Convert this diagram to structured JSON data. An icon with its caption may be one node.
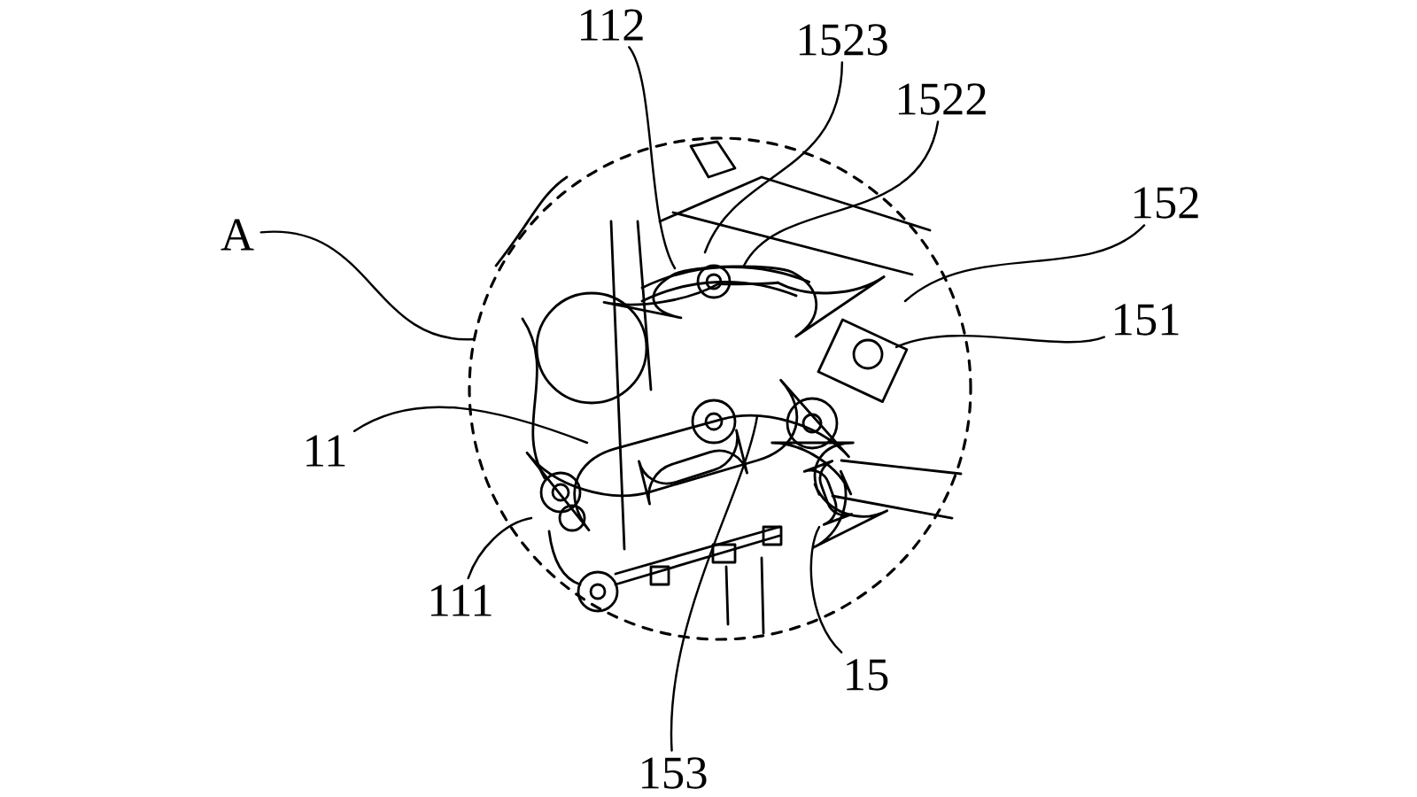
{
  "diagram": {
    "nodes": [
      {
        "text": [
          "112"
        ]
      },
      {
        "text": [
          "1523"
        ]
      },
      {
        "text": [
          "1522"
        ]
      },
      {
        "text": [
          "152"
        ]
      },
      {
        "text": [
          "151"
        ]
      },
      {
        "text": [
          "A"
        ]
      },
      {
        "text": [
          "11"
        ]
      },
      {
        "text": [
          "111"
        ]
      },
      {
        "text": [
          "153"
        ]
      },
      {
        "text": [
          "15"
        ]
      }
    ],
    "edges": [
      {
        "from": 0,
        "to": null,
        "arrow": "none"
      },
      {
        "from": 1,
        "to": null,
        "arrow": "none"
      },
      {
        "from": 2,
        "to": null,
        "arrow": "none"
      },
      {
        "from": 3,
        "to": null,
        "arrow": "none"
      },
      {
        "from": 4,
        "to": null,
        "arrow": "none"
      },
      {
        "from": 5,
        "to": null,
        "arrow": "none"
      },
      {
        "from": 6,
        "to": null,
        "arrow": "none"
      },
      {
        "from": 7,
        "to": null,
        "arrow": "none"
      },
      {
        "from": 8,
        "to": null,
        "arrow": "none"
      },
      {
        "from": 9,
        "to": null,
        "arrow": "none"
      }
    ]
  }
}
